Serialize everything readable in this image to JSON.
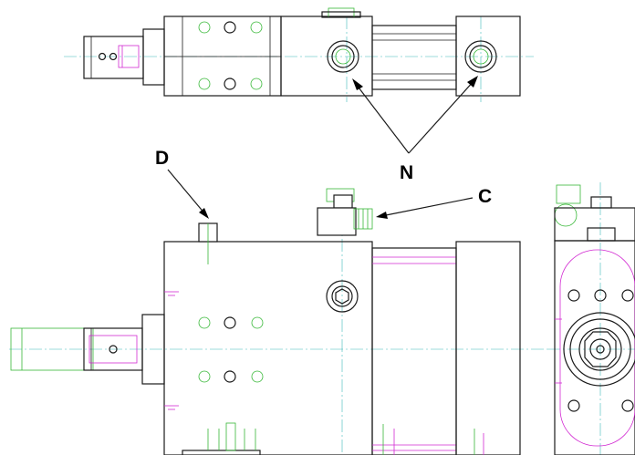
{
  "callouts": {
    "d": "D",
    "c": "C",
    "n": "N"
  },
  "colors": {
    "outline": "#1a1a1a",
    "hidden_green": "#38b838",
    "hidden_magenta": "#d22ad2",
    "centerline": "#3fb8b8"
  }
}
